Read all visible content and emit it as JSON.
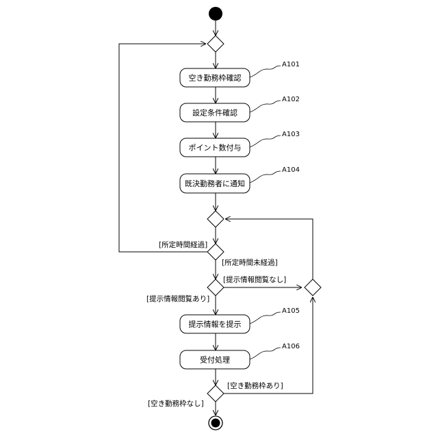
{
  "diagram": {
    "actions": [
      {
        "label": "空き勤務枠確認",
        "ref": "A101"
      },
      {
        "label": "設定条件確認",
        "ref": "A102"
      },
      {
        "label": "ポイント数付与",
        "ref": "A103"
      },
      {
        "label": "既決勤務者に通知",
        "ref": "A104"
      },
      {
        "label": "提示情報を提示",
        "ref": "A105"
      },
      {
        "label": "受付処理",
        "ref": "A106"
      }
    ],
    "guards": {
      "elapsed": "[所定時間経過]",
      "not_elapsed": "[所定時間未経過]",
      "viewed": "[提示情報閲覧あり]",
      "not_viewed": "[提示情報閲覧なし]",
      "slots_remaining": "[空き勤務枠あり]",
      "no_slots": "[空き勤務枠なし]"
    }
  }
}
